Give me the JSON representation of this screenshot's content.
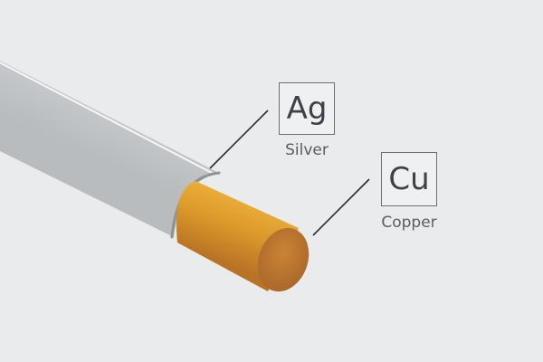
{
  "labels": {
    "silver": {
      "symbol": "Ag",
      "name": "Silver"
    },
    "copper": {
      "symbol": "Cu",
      "name": "Copper"
    }
  },
  "colors": {
    "background": "#e9ebed",
    "silver_coating": "#d9dbdd",
    "copper_core": "#d9962a",
    "copper_end": "#c07a2c",
    "leader_line": "#2b2b2b"
  }
}
